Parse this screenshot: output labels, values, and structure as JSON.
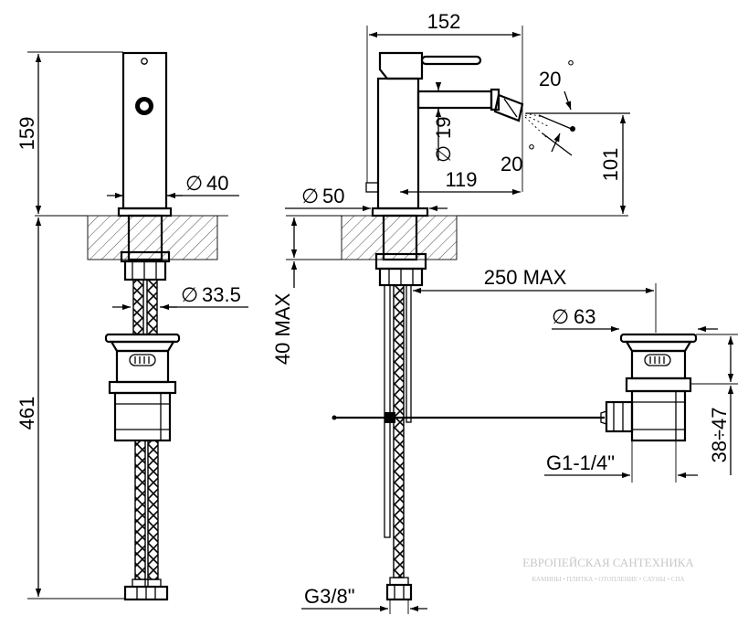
{
  "dimensions": {
    "height_spout": "159",
    "height_total": "461",
    "dia_body": "40",
    "dia_base": "50",
    "dia_shank": "33.5",
    "width_total": "152",
    "dia_aerator": "19",
    "spout_reach": "119",
    "spout_height": "101",
    "angle_up": "20",
    "angle_down": "20",
    "degree_symbol": "°",
    "max_deck": "40 MAX",
    "max_rod": "250 MAX",
    "dia_waste": "63",
    "waste_range": "38÷47",
    "waste_thread": "G1-1/4\"",
    "hose_thread": "G3/8\""
  },
  "symbols": {
    "diameter": "∅"
  },
  "watermark": {
    "title": "ЕВРОПЕЙСКАЯ САНТЕХНИКА",
    "subtitle": "КАМИНЫ • ПЛИТКА • ОТОПЛЕНИЕ • САУНЫ • СПА"
  }
}
